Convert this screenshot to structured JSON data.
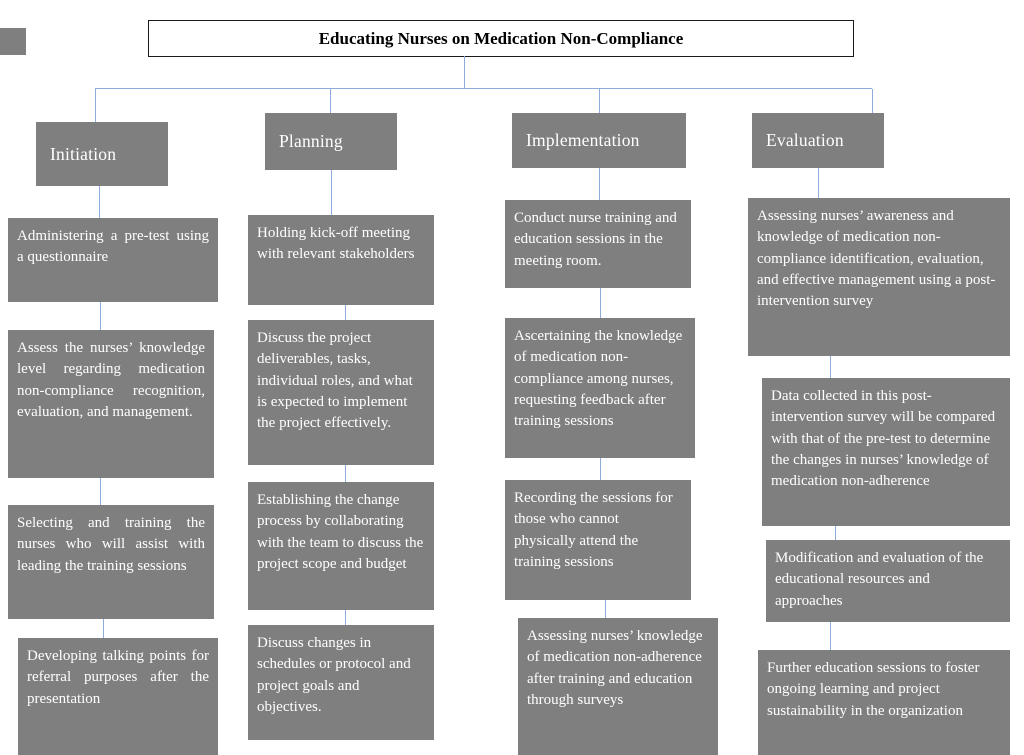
{
  "title": {
    "text": "Educating Nurses on Medication Non-Compliance"
  },
  "colors": {
    "box_fill": "#7f7f7f",
    "box_text": "#ffffff",
    "connector": "#8faadc",
    "title_border": "#1a1a1a",
    "background": "#ffffff"
  },
  "columns": [
    {
      "header": "Initiation",
      "boxes": [
        "Administering a pre-test using a questionnaire",
        "Assess the nurses’ knowledge level regarding medication non-compliance recognition, evaluation, and management.",
        "Selecting and training the nurses who will assist with leading the training sessions",
        "Developing talking points for referral purposes after the presentation"
      ]
    },
    {
      "header": "Planning",
      "boxes": [
        "Holding kick-off meeting with relevant stakeholders",
        "Discuss the project deliverables, tasks, individual roles, and what is expected to implement the project effectively.",
        "Establishing the change process by collaborating with the team to discuss the project scope and budget",
        "Discuss changes in schedules or protocol and project goals and objectives."
      ]
    },
    {
      "header": "Implementation",
      "boxes": [
        "Conduct nurse training and education sessions in the meeting room.",
        "Ascertaining the knowledge of medication non-compliance among nurses, requesting feedback after training sessions",
        "Recording the sessions for those who cannot physically attend the training sessions",
        "Assessing nurses’ knowledge of medication non-adherence after training and education through surveys"
      ]
    },
    {
      "header": "Evaluation",
      "boxes": [
        "Assessing nurses’ awareness and knowledge of medication non-compliance identification, evaluation, and effective management using a post-intervention survey",
        "Data collected in this post-intervention survey will be compared with that of the pre-test to determine the changes in nurses’ knowledge of medication non-adherence",
        "Modification and evaluation of the educational resources and approaches",
        "Further education sessions to foster ongoing learning and project sustainability in the organization"
      ]
    }
  ]
}
